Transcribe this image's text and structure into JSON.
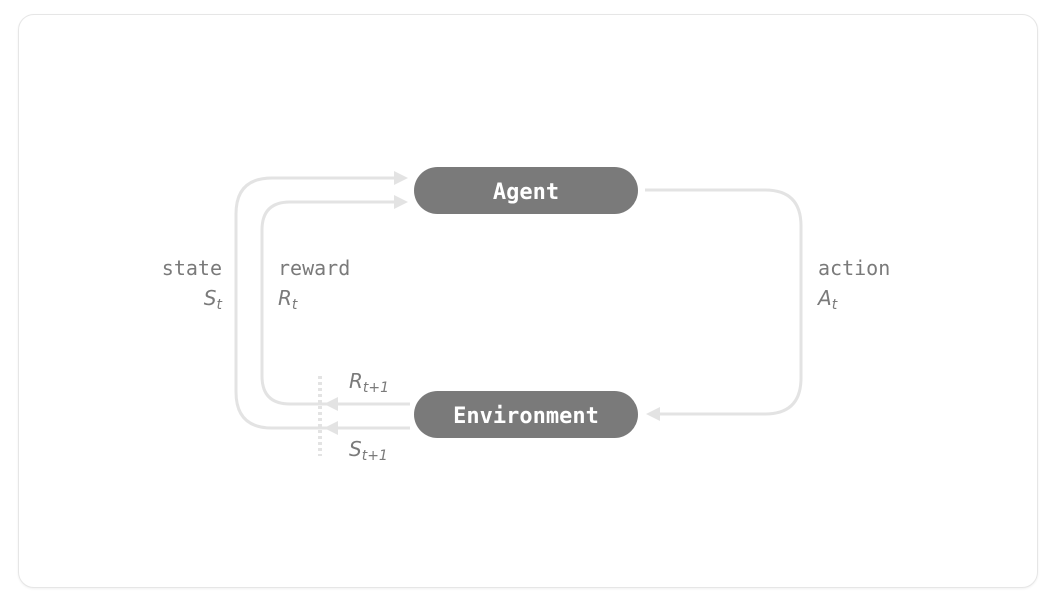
{
  "nodes": {
    "agent": "Agent",
    "environment": "Environment"
  },
  "labels": {
    "state": {
      "word": "state",
      "symbol": "S",
      "subscript": "t"
    },
    "reward": {
      "word": "reward",
      "symbol": "R",
      "subscript": "t"
    },
    "action": {
      "word": "action",
      "symbol": "A",
      "subscript": "t"
    },
    "next_reward": {
      "symbol": "R",
      "subscript": "t+1"
    },
    "next_state": {
      "symbol": "S",
      "subscript": "t+1"
    }
  },
  "colors": {
    "node_fill": "#7a7a7a",
    "wire": "#e3e3e3",
    "text": "#7a7a7a"
  }
}
